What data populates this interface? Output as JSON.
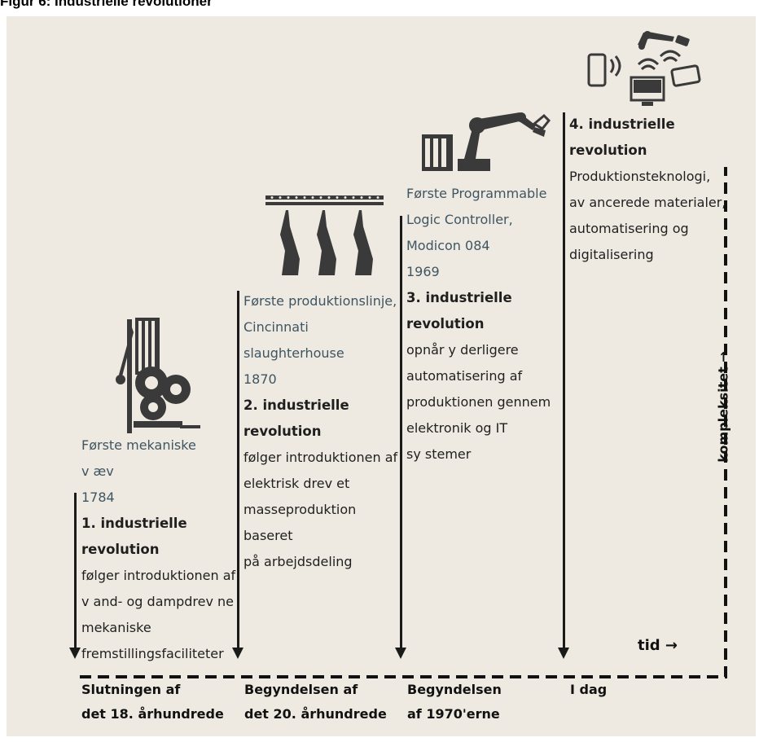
{
  "figure_title": "Figur 6: Industrielle revolutioner",
  "eras": [
    {
      "invention_lines": [
        "Første mekaniske",
        "v æv"
      ],
      "year": "1784",
      "revolution_lines": [
        "1. industrielle",
        "revolution"
      ],
      "description_lines": [
        "følger introduktionen af",
        "v and- og dampdrev ne",
        "mekaniske",
        "fremstillingsfaciliteter"
      ],
      "time_lines": [
        "Slutningen af",
        "det 18. århundrede"
      ],
      "icon": "mechanical-loom-icon"
    },
    {
      "invention_lines": [
        "Første produktionslinje,",
        "Cincinnati",
        "slaughterhouse"
      ],
      "year": "1870",
      "revolution_lines": [
        "2. industrielle",
        "revolution"
      ],
      "description_lines": [
        "følger introduktionen af",
        "elektrisk drev et",
        "masseproduktion",
        "baseret",
        "på arbejdsdeling"
      ],
      "time_lines": [
        "Begyndelsen af",
        "det 20. århundrede"
      ],
      "icon": "production-line-icon"
    },
    {
      "invention_lines": [
        "Første Programmable",
        "Logic Controller,",
        "Modicon 084"
      ],
      "year": "1969",
      "revolution_lines": [
        "3. industrielle",
        "revolution"
      ],
      "description_lines": [
        "opnår y derligere",
        "automatisering af",
        "produktionen gennem",
        "elektronik og IT",
        "sy stemer"
      ],
      "time_lines": [
        "Begyndelsen",
        "af 1970'erne"
      ],
      "icon": "robot-arm-icon"
    },
    {
      "invention_lines": [],
      "year": "",
      "revolution_lines": [
        "4. industrielle",
        "revolution"
      ],
      "description_lines": [
        "Produktionsteknologi,",
        "av ancerede materialer,",
        "automatisering og",
        "digitalisering"
      ],
      "time_lines": [
        "I dag"
      ],
      "icon": "connected-devices-icon"
    }
  ],
  "axis": {
    "x_label": "tid →",
    "y_label": "kompleksitet →"
  },
  "colors": {
    "panel": "#efeae1",
    "grey_text": "#3e5562",
    "dark": "#1a1a1a"
  }
}
